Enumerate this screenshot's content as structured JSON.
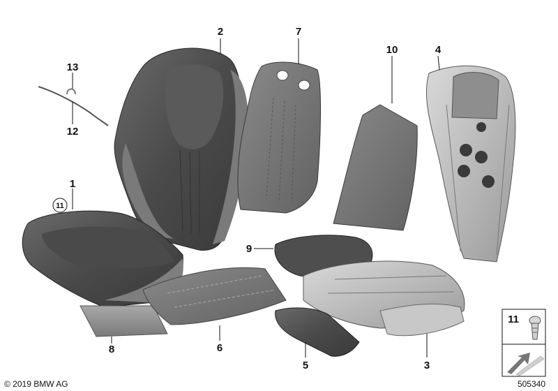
{
  "callouts": {
    "c1": "1",
    "c2": "2",
    "c3": "3",
    "c4": "4",
    "c5": "5",
    "c6": "6",
    "c7": "7",
    "c8": "8",
    "c9": "9",
    "c10": "10",
    "c11": "11",
    "c12": "12",
    "c13": "13"
  },
  "circled_ref": "11",
  "legend_box": {
    "label": "11"
  },
  "copyright": "© 2019 BMW AG",
  "diagram_number": "505340"
}
